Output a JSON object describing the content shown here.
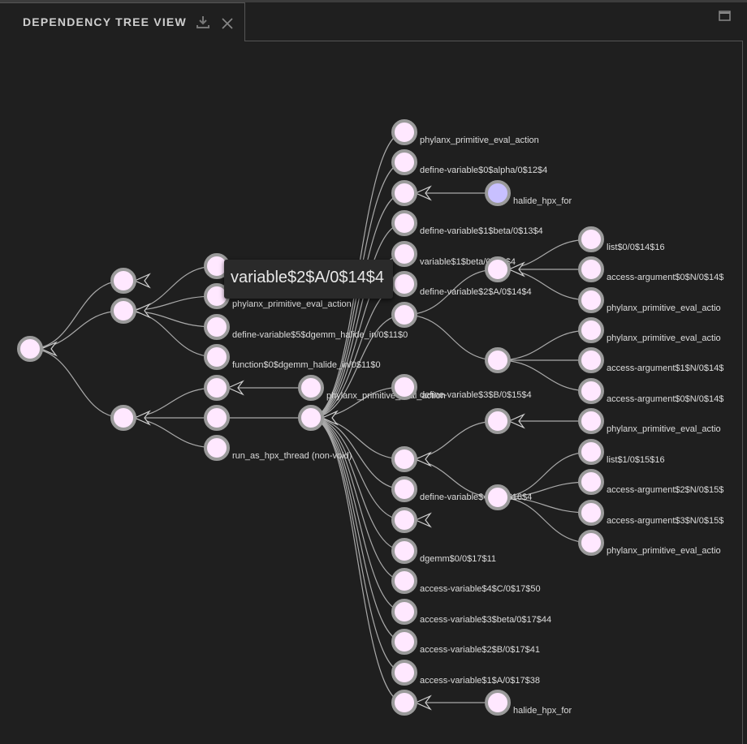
{
  "tab": {
    "title": "DEPENDENCY TREE VIEW",
    "download_icon": "download-icon",
    "close_icon": "close-icon",
    "maximize_icon": "maximize-icon"
  },
  "colors": {
    "background": "#1f1f1f",
    "node_fill": "#ffe8ff",
    "node_highlight_fill": "#c8c0ff",
    "node_stroke": "#9a9a9a",
    "link": "#a9a9a9",
    "label": "#dcdcdc"
  },
  "tooltip": {
    "text": "variable$2$A/0$14$4"
  },
  "tree": {
    "nodes": [
      {
        "id": "root",
        "label": "",
        "collapsed": true
      },
      {
        "id": "a1",
        "label": "",
        "collapsed": true
      },
      {
        "id": "a2",
        "label": "",
        "collapsed": true
      },
      {
        "id": "a3",
        "label": "",
        "collapsed": true
      },
      {
        "id": "b1",
        "label": ""
      },
      {
        "id": "b2",
        "label": "phylanx_primitive_eval_action"
      },
      {
        "id": "b3",
        "label": "define-variable$5$dgemm_halide_in/0$11$0"
      },
      {
        "id": "b4",
        "label": "function$0$dgemm_halide_in/0$11$0"
      },
      {
        "id": "b5",
        "label": "",
        "collapsed": true
      },
      {
        "id": "b6",
        "label": ""
      },
      {
        "id": "b7",
        "label": "run_as_hpx_thread (non-void)"
      },
      {
        "id": "c1",
        "label": "phylanx_primitive_eval_action"
      },
      {
        "id": "c2",
        "label": "",
        "collapsed": true
      },
      {
        "id": "d1",
        "label": "phylanx_primitive_eval_action"
      },
      {
        "id": "d2",
        "label": "define-variable$0$alpha/0$12$4"
      },
      {
        "id": "d3",
        "label": "",
        "collapsed": true
      },
      {
        "id": "d4",
        "label": "define-variable$1$beta/0$13$4"
      },
      {
        "id": "d5",
        "label": "variable$1$beta/0$13$4"
      },
      {
        "id": "d6",
        "label": "define-variable$2$A/0$14$4"
      },
      {
        "id": "d7",
        "label": ""
      },
      {
        "id": "d8",
        "label": "define-variable$3$B/0$15$4"
      },
      {
        "id": "d9",
        "label": "",
        "collapsed": true
      },
      {
        "id": "d10",
        "label": "define-variable$4$C/0$16$4"
      },
      {
        "id": "d11",
        "label": "",
        "collapsed": true
      },
      {
        "id": "d12",
        "label": "dgemm$0/0$17$11"
      },
      {
        "id": "d13",
        "label": "access-variable$4$C/0$17$50"
      },
      {
        "id": "d14",
        "label": "access-variable$3$beta/0$17$44"
      },
      {
        "id": "d15",
        "label": "access-variable$2$B/0$17$41"
      },
      {
        "id": "d16",
        "label": "access-variable$1$A/0$17$38"
      },
      {
        "id": "d17",
        "label": "",
        "collapsed": true
      },
      {
        "id": "e1",
        "label": "halide_hpx_for",
        "highlight": true
      },
      {
        "id": "e2",
        "label": "",
        "collapsed": true
      },
      {
        "id": "e3",
        "label": ""
      },
      {
        "id": "e4",
        "label": "",
        "collapsed": true
      },
      {
        "id": "e5",
        "label": ""
      },
      {
        "id": "e6",
        "label": "halide_hpx_for"
      },
      {
        "id": "f1",
        "label": "list$0/0$14$16"
      },
      {
        "id": "f2",
        "label": "access-argument$0$N/0$14$"
      },
      {
        "id": "f3",
        "label": "phylanx_primitive_eval_actio"
      },
      {
        "id": "f4",
        "label": "phylanx_primitive_eval_actio"
      },
      {
        "id": "f5",
        "label": "access-argument$1$N/0$14$"
      },
      {
        "id": "f6",
        "label": "access-argument$0$N/0$14$"
      },
      {
        "id": "f7",
        "label": "phylanx_primitive_eval_actio"
      },
      {
        "id": "f8",
        "label": "list$1/0$15$16"
      },
      {
        "id": "f9",
        "label": "access-argument$2$N/0$15$"
      },
      {
        "id": "f10",
        "label": "access-argument$3$N/0$15$"
      },
      {
        "id": "f11",
        "label": "phylanx_primitive_eval_actio"
      }
    ]
  }
}
